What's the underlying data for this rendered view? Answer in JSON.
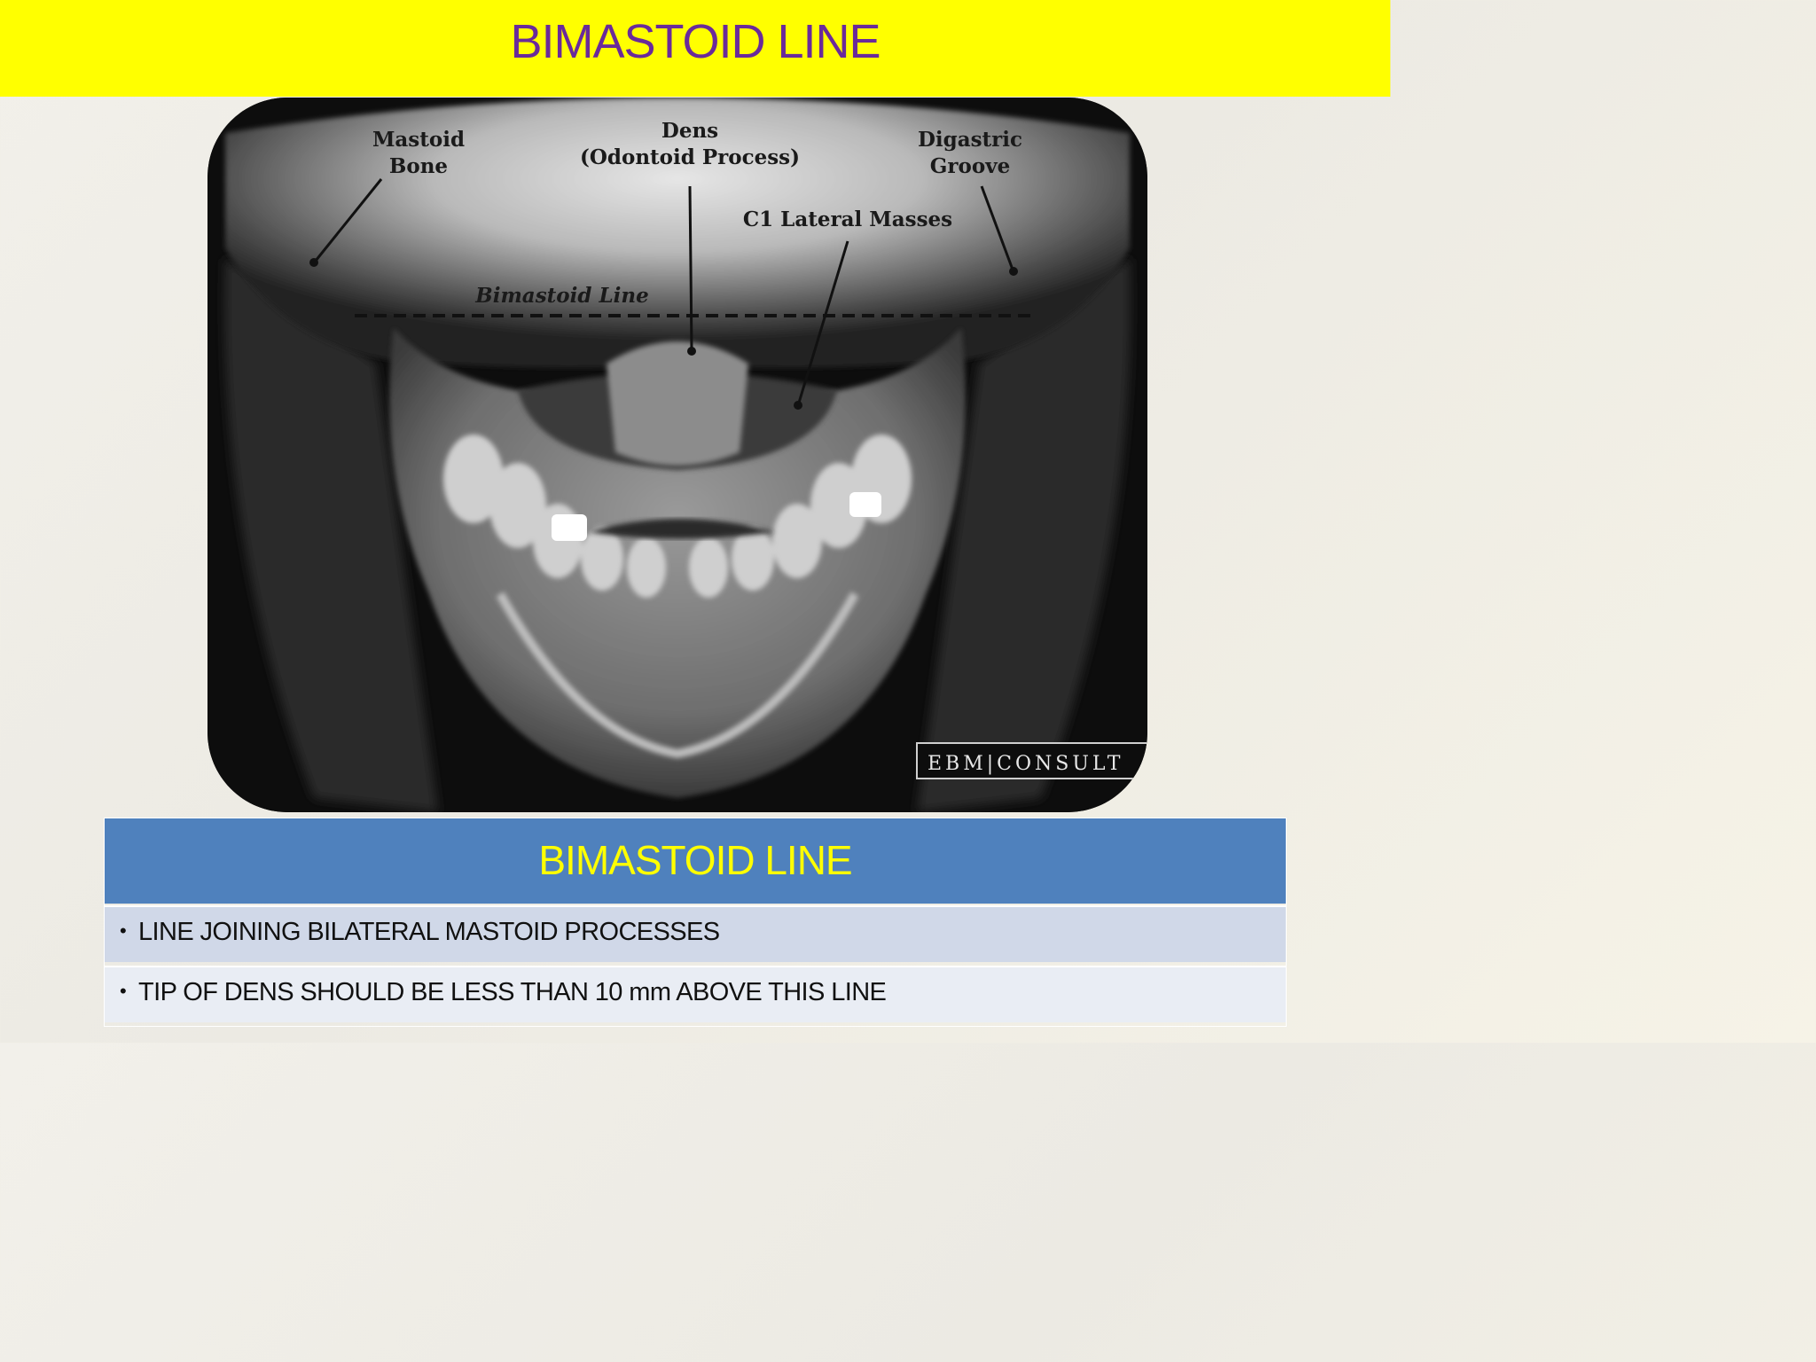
{
  "slide_title": "BIMASTOID LINE",
  "figure": {
    "labels": {
      "mastoid_line1": "Mastoid",
      "mastoid_line2": "Bone",
      "dens_line1": "Dens",
      "dens_line2": "(Odontoid Process)",
      "digastric_line1": "Digastric",
      "digastric_line2": "Groove",
      "c1": "C1 Lateral Masses",
      "bimastoid": "Bimastoid Line"
    },
    "watermark": "EBM|CONSULT"
  },
  "table": {
    "header": "BIMASTOID LINE",
    "rows": [
      {
        "bullet": "•",
        "text": "LINE JOINING BILATERAL MASTOID PROCESSES"
      },
      {
        "bullet": "•",
        "text": "TIP OF DENS SHOULD BE LESS THAN 10 mm ABOVE THIS LINE"
      }
    ]
  }
}
